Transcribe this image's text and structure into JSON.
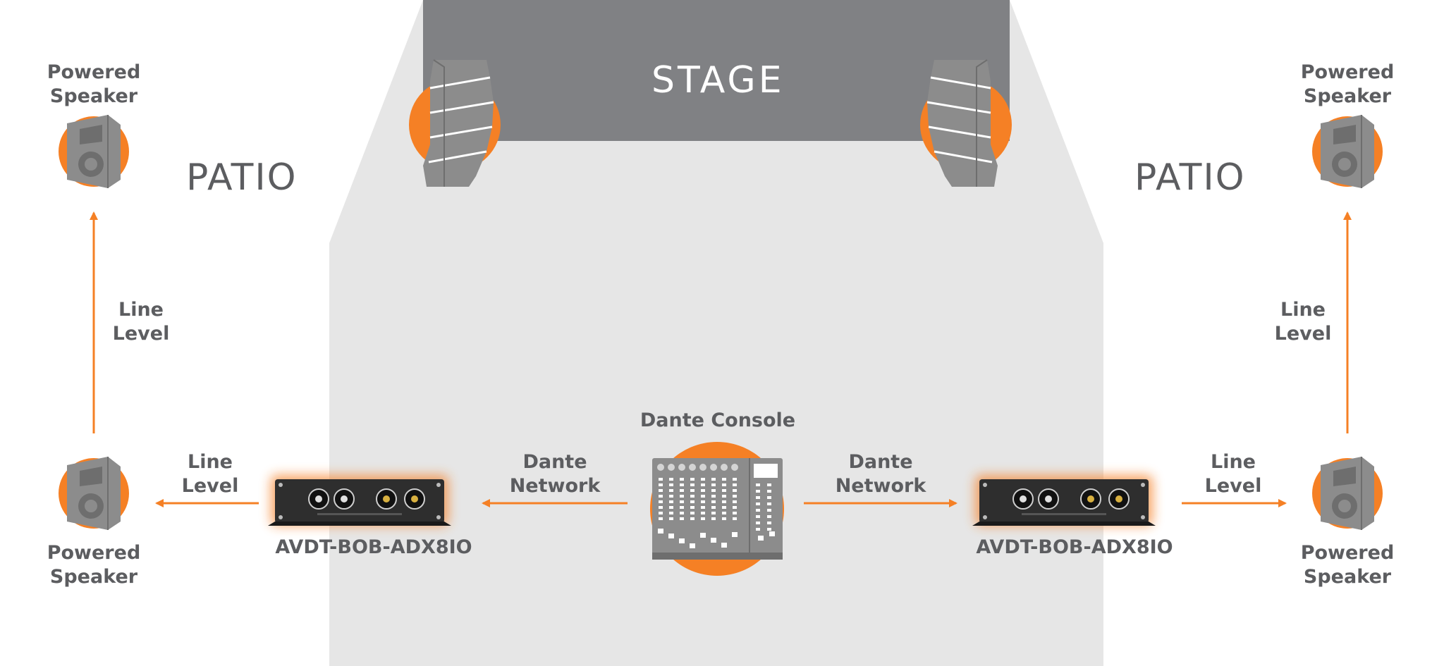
{
  "stage": {
    "title": "STAGE"
  },
  "areas": {
    "left_label": "PATIO",
    "right_label": "PATIO"
  },
  "console": {
    "label": "Dante Console"
  },
  "devices": {
    "left_label": "AVDT-BOB-ADX8IO",
    "right_label": "AVDT-BOB-ADX8IO"
  },
  "speakers": {
    "top_left": {
      "line1": "Powered",
      "line2": "Speaker"
    },
    "bottom_left": {
      "line1": "Powered",
      "line2": "Speaker"
    },
    "top_right": {
      "line1": "Powered",
      "line2": "Speaker"
    },
    "bottom_right": {
      "line1": "Powered",
      "line2": "Speaker"
    }
  },
  "links": {
    "left_vertical": {
      "line1": "Line",
      "line2": "Level"
    },
    "right_vertical": {
      "line1": "Line",
      "line2": "Level"
    },
    "left_horizontal": {
      "line1": "Line",
      "line2": "Level"
    },
    "right_horizontal": {
      "line1": "Line",
      "line2": "Level"
    },
    "left_network": {
      "line1": "Dante",
      "line2": "Network"
    },
    "right_network": {
      "line1": "Dante",
      "line2": "Network"
    }
  },
  "colors": {
    "accent": "#f58025",
    "stage": "#808184",
    "floor": "#e6e6e6",
    "speaker": "#8c8c8c",
    "text": "#5c5d60",
    "device": "#2e2e2e"
  },
  "icons": [
    "line-array-icon",
    "powered-speaker-icon",
    "mixing-console-icon",
    "breakout-box-icon",
    "arrow-icon"
  ]
}
